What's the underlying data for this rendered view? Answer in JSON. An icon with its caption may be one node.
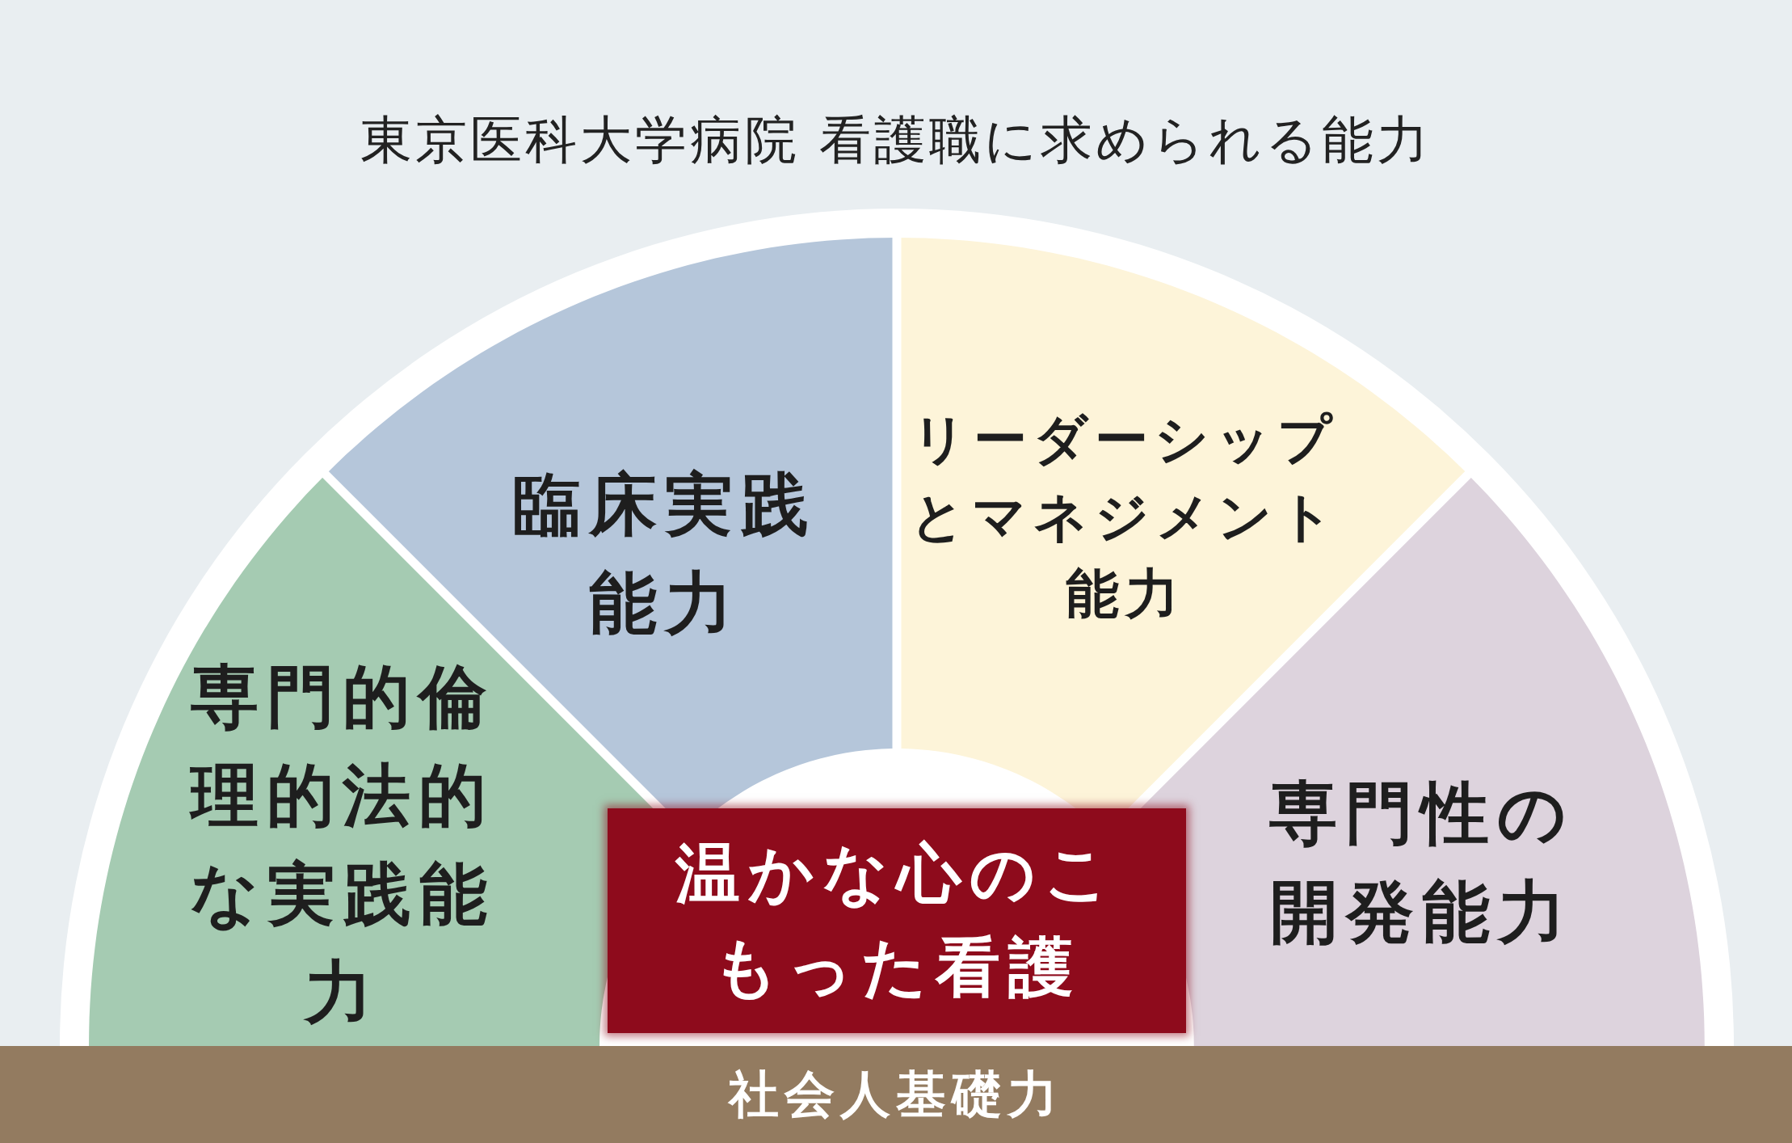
{
  "diagram": {
    "title": "東京医科大学病院 看護職に求められる能力",
    "nodes": [
      {
        "text": [
          "専門的倫理的法的な実践能力"
        ]
      },
      {
        "text": [
          "臨床実践能力"
        ]
      },
      {
        "text": [
          "リーダーシップとマネジメント能力"
        ]
      },
      {
        "text": [
          "専門性の開発能力"
        ]
      },
      {
        "text": [
          "温かな心のこもった看護"
        ]
      },
      {
        "text": [
          "社会人基礎力"
        ]
      }
    ]
  }
}
